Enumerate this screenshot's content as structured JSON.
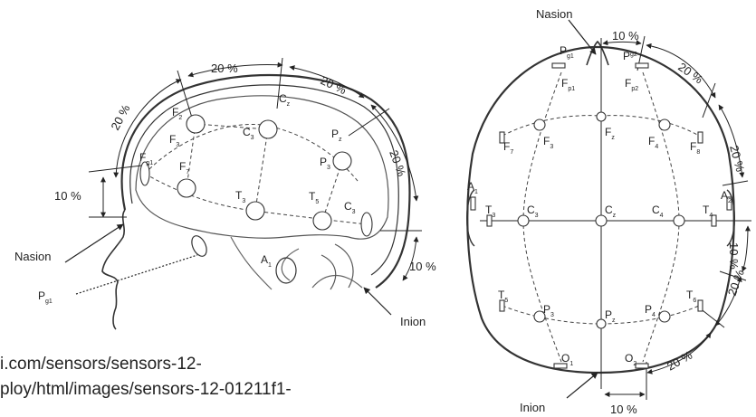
{
  "url_lines": [
    "i.com/sensors/sensors-12-",
    "ploy/html/images/sensors-12-01211f1-"
  ],
  "side_view": {
    "landmarks": {
      "nasion": "Nasion",
      "inion": "Inion",
      "pg1": {
        "main": "P",
        "sub": "g1"
      },
      "a1": {
        "main": "A",
        "sub": "1"
      }
    },
    "percentages": {
      "front_10": "10 %",
      "front_20": "20 %",
      "top_20": "20 %",
      "mid_20": "20 %",
      "back_20": "20 %",
      "back_10": "10 %"
    },
    "electrodes": {
      "fp1": {
        "main": "F",
        "sub": "p1"
      },
      "f7": {
        "main": "F",
        "sub": "7"
      },
      "f3": {
        "main": "F",
        "sub": "3"
      },
      "f2": {
        "main": "F",
        "sub": "2"
      },
      "cz": {
        "main": "C",
        "sub": "z"
      },
      "c3": {
        "main": "C",
        "sub": "3"
      },
      "pz": {
        "main": "P",
        "sub": "z"
      },
      "p3": {
        "main": "P",
        "sub": "3"
      },
      "t3": {
        "main": "T",
        "sub": "3"
      },
      "t5": {
        "main": "T",
        "sub": "5"
      },
      "c3b": {
        "main": "C",
        "sub": "3"
      }
    }
  },
  "top_view": {
    "landmarks": {
      "nasion": "Nasion",
      "inion": "Inion",
      "pg1": {
        "main": "P",
        "sub": "g1"
      },
      "pg2": {
        "main": "P",
        "sub": "g2"
      },
      "a1": {
        "main": "A",
        "sub": "1"
      },
      "a2": {
        "main": "A",
        "sub": "2"
      }
    },
    "percentages": {
      "top_10": "10 %",
      "right_20a": "20 %",
      "right_20b": "20 %",
      "right_10": "10 %",
      "right_20c": "20 %",
      "bottom_20": "20 %",
      "bottom_10": "10 %"
    },
    "electrodes": {
      "fp1": {
        "main": "F",
        "sub": "p1"
      },
      "fp2": {
        "main": "F",
        "sub": "p2"
      },
      "f7": {
        "main": "F",
        "sub": "7"
      },
      "f3": {
        "main": "F",
        "sub": "3"
      },
      "fz": {
        "main": "F",
        "sub": "z"
      },
      "f4": {
        "main": "F",
        "sub": "4"
      },
      "f8": {
        "main": "F",
        "sub": "8"
      },
      "t3": {
        "main": "T",
        "sub": "3"
      },
      "c3": {
        "main": "C",
        "sub": "3"
      },
      "cz": {
        "main": "C",
        "sub": "z"
      },
      "c4": {
        "main": "C",
        "sub": "4"
      },
      "t4": {
        "main": "T",
        "sub": "4"
      },
      "t5": {
        "main": "T",
        "sub": "5"
      },
      "p3": {
        "main": "P",
        "sub": "3"
      },
      "pz": {
        "main": "P",
        "sub": "z"
      },
      "p4": {
        "main": "P",
        "sub": "4"
      },
      "t6": {
        "main": "T",
        "sub": "6"
      },
      "o1": {
        "main": "O",
        "sub": "1"
      },
      "o2": {
        "main": "O",
        "sub": "2"
      }
    }
  }
}
